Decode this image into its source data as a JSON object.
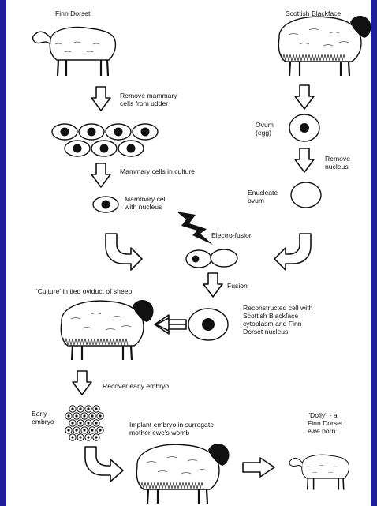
{
  "labels": {
    "finn_dorset": "Finn Dorset",
    "scottish_blackface": "Scottish Blackface",
    "remove_mammary": "Remove mammary\ncells from udder",
    "ovum": "Ovum\n(egg)",
    "remove_nucleus": "Remove\nnucleus",
    "mammary_culture": "Mammary cells in culture",
    "mammary_cell": "Mammary cell\nwith nucleus",
    "enucleate_ovum": "Enucleate\novum",
    "electro_fusion": "Electro-fusion",
    "fusion": "Fusion",
    "culture_oviduct": "'Culture' in tied oviduct of sheep",
    "reconstructed": "Reconstructed cell with\nScottish Blackface\ncytoplasm and Finn\nDorset nucleus",
    "recover_embryo": "Recover early embryo",
    "early_embryo": "Early\nembryo",
    "implant": "Implant embryo in surrogate\nmother ewe's womb",
    "dolly": "\"Dolly\" - a\nFinn Dorset\newe born"
  },
  "colors": {
    "frame": "#1f1f9e",
    "paper": "#ffffff",
    "ink": "#111111"
  }
}
